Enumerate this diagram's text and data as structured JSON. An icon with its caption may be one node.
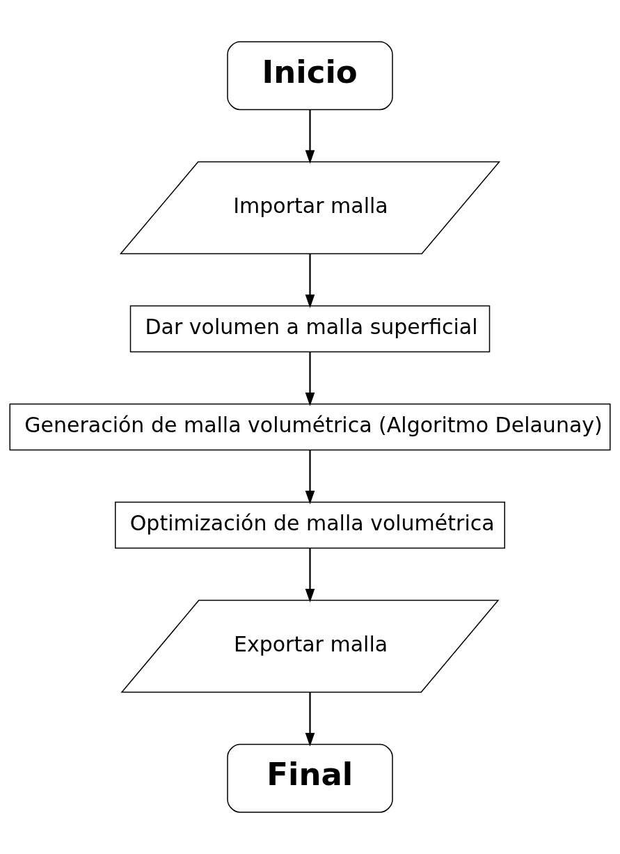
{
  "diagram": {
    "nodes": [
      {
        "text": [
          "Inicio"
        ]
      },
      {
        "text": [
          "Importar malla"
        ]
      },
      {
        "text": [
          "Dar volumen a malla superficial"
        ]
      },
      {
        "text": [
          "Generación de malla volumétrica (Algoritmo Delaunay)"
        ]
      },
      {
        "text": [
          "Optimización de malla volumétrica"
        ]
      },
      {
        "text": [
          "Exportar malla"
        ]
      },
      {
        "text": [
          "Final"
        ]
      }
    ],
    "edges": [
      {
        "from": 0,
        "to": 1,
        "arrow": "to"
      },
      {
        "from": 1,
        "to": 2,
        "arrow": "to"
      },
      {
        "from": 2,
        "to": 3,
        "arrow": "to"
      },
      {
        "from": 3,
        "to": 4,
        "arrow": "to"
      },
      {
        "from": 4,
        "to": 5,
        "arrow": "to"
      },
      {
        "from": 5,
        "to": 6,
        "arrow": "to"
      }
    ]
  }
}
